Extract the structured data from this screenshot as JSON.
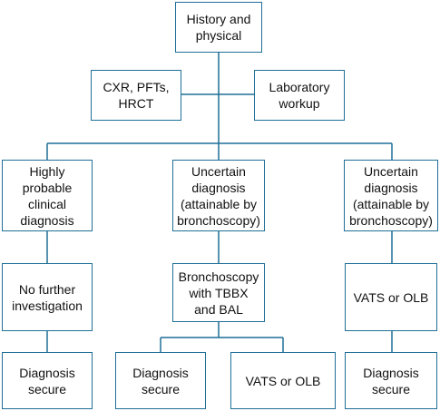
{
  "colors": {
    "border": "#1f6f97",
    "connector": "#1f6f97",
    "text": "#111111"
  },
  "nodes": {
    "history": "History and\nphysical",
    "cxr": "CXR, PFTs,\nHRCT",
    "lab": "Laboratory\nworkup",
    "highly": "Highly\nprobable\nclinical\ndiagnosis",
    "uncertain_mid": "Uncertain\ndiagnosis\n(attainable by\nbronchoscopy)",
    "uncertain_right": "Uncertain\ndiagnosis\n(attainable by\nbronchoscopy)",
    "no_further": "No further\ninvestigation",
    "bronchoscopy": "Bronchoscopy\nwith TBBX\nand BAL",
    "vats_right": "VATS or OLB",
    "diag_left": "Diagnosis\nsecure",
    "diag_mid": "Diagnosis\nsecure",
    "vats_mid": "VATS or OLB",
    "diag_right": "Diagnosis\nsecure"
  }
}
